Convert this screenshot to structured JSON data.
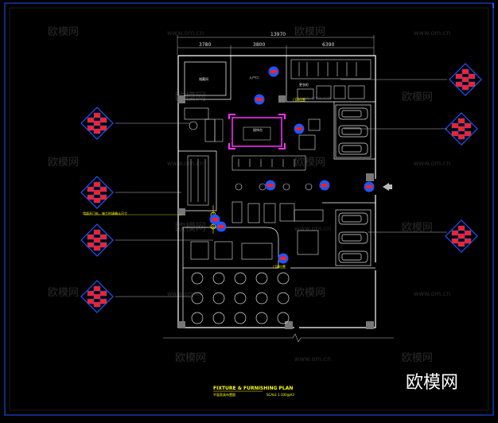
{
  "drawing": {
    "title": "FIXTURE & FURNISHING PLAN",
    "subtitle": "平面家具布置图",
    "scale": "SCALE 1:100@A3",
    "brand": "欧模网",
    "watermark_cn": "欧模网",
    "watermark_url": "www.om.cn"
  },
  "dimensions": {
    "overall": "13970",
    "left": "3780",
    "middle": "3800",
    "right": "6390"
  },
  "labels": {
    "room_a": "储藏间",
    "reception": "接待台",
    "entry": "入户口",
    "lockers": "更衣柜",
    "note_left": "墙面开门处，施工时请确认尺寸",
    "note_center": "门洞位置",
    "note_lower": "门洞位置"
  },
  "colors": {
    "wall": "#ffffff",
    "furniture": "#e0e0e0",
    "leader": "#ffff00",
    "tag_blue": "#1e56ff",
    "tag_red": "#ff2020",
    "highlight": "#ff30ff",
    "frame": "#1e56ff"
  }
}
